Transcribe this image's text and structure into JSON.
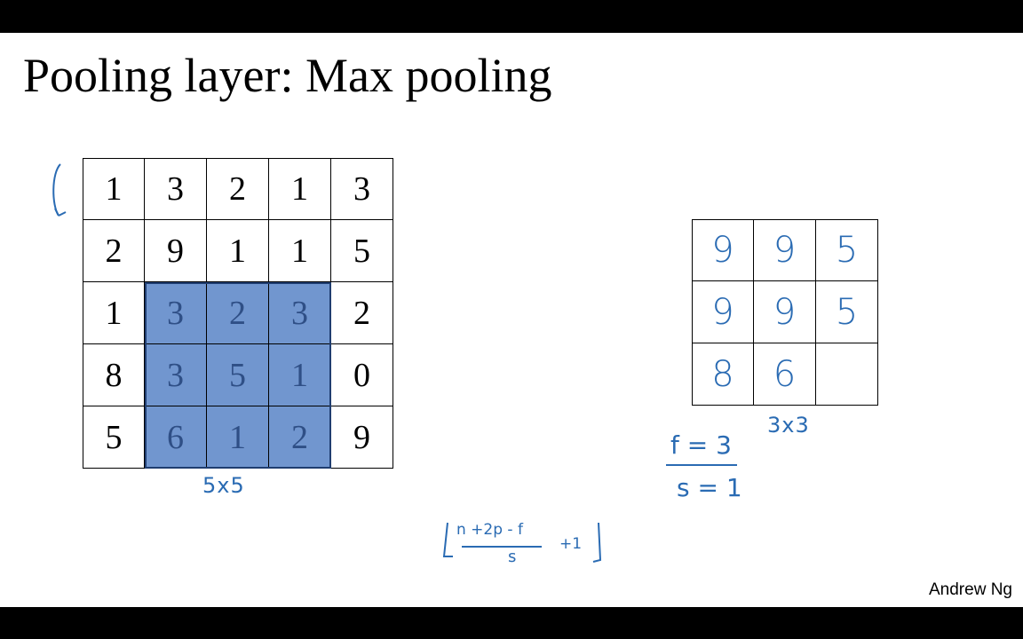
{
  "title": "Pooling layer: Max pooling",
  "input_grid": {
    "rows": [
      [
        "1",
        "3",
        "2",
        "1",
        "3"
      ],
      [
        "2",
        "9",
        "1",
        "1",
        "5"
      ],
      [
        "1",
        "3",
        "2",
        "3",
        "2"
      ],
      [
        "8",
        "3",
        "5",
        "1",
        "0"
      ],
      [
        "5",
        "6",
        "1",
        "2",
        "9"
      ]
    ],
    "highlight": {
      "row_start": 2,
      "row_end": 4,
      "col_start": 1,
      "col_end": 3
    },
    "size_label": "5x5"
  },
  "output_grid": {
    "rows": [
      [
        "9",
        "9",
        "5"
      ],
      [
        "9",
        "9",
        "5"
      ],
      [
        "8",
        "6",
        ""
      ]
    ],
    "size_label": "3x3"
  },
  "hyperparams": {
    "f": "f = 3",
    "s": "s = 1"
  },
  "formula": {
    "numerator": "n +2p - f",
    "denominator": "s",
    "plus": "+1"
  },
  "watermark": "Andrew Ng",
  "colors": {
    "highlight": "#7196cf",
    "ink": "#2a6bb3"
  },
  "icons": [
    "hand-drawn-arrow-icon"
  ]
}
